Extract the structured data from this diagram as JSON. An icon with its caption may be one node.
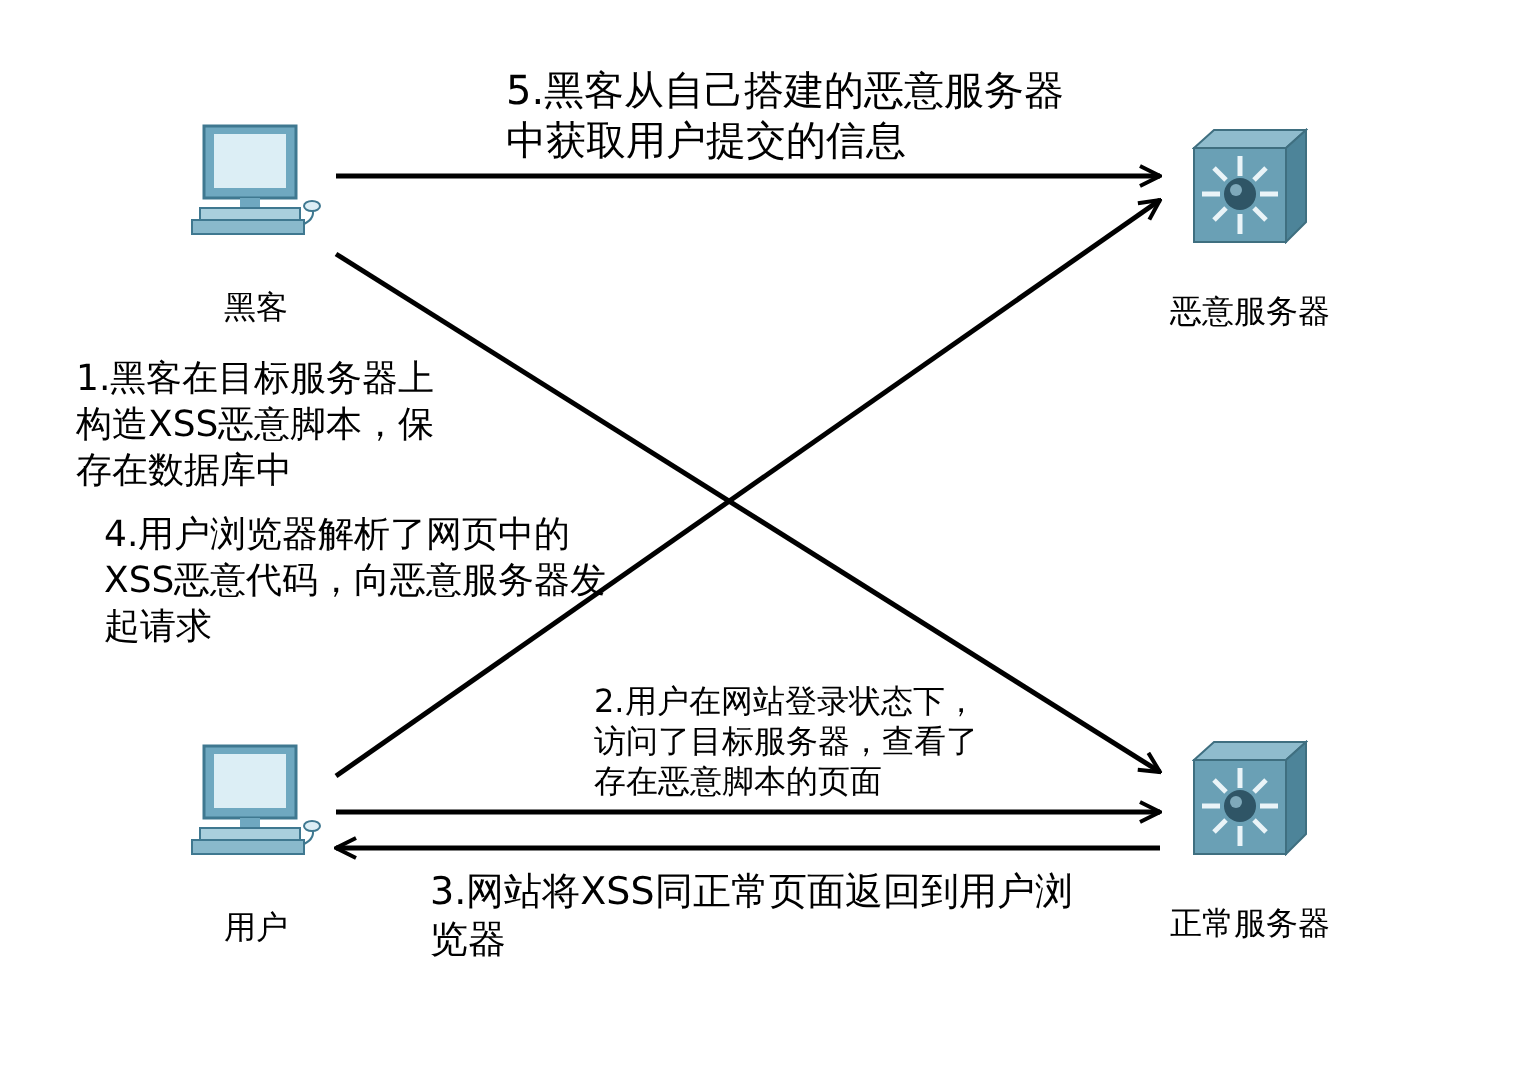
{
  "diagram": {
    "nodes": [
      {
        "text": [
          "黑客"
        ]
      },
      {
        "text": [
          "恶意服务器"
        ]
      },
      {
        "text": [
          "用户"
        ]
      },
      {
        "text": [
          "正常服务器"
        ]
      }
    ],
    "edges": [
      {
        "from": 0,
        "to": 1,
        "arrow": "to",
        "label": "5.黑客从自己搭建的恶意服务器中获取用户提交的信息"
      },
      {
        "from": 0,
        "to": 3,
        "arrow": "to",
        "label": "1.黑客在目标服务器上构造XSS恶意脚本，保存在数据库中"
      },
      {
        "from": 2,
        "to": 1,
        "arrow": "to",
        "label": "4.用户浏览器解析了网页中的XSS恶意代码，向恶意服务器发起请求"
      },
      {
        "from": 2,
        "to": 3,
        "arrow": "to",
        "label": "2.用户在网站登录状态下，访问了目标服务器，查看了存在恶意脚本的页面"
      },
      {
        "from": 3,
        "to": 2,
        "arrow": "to",
        "label": "3.网站将XSS同正常页面返回到用户浏览器"
      }
    ]
  }
}
